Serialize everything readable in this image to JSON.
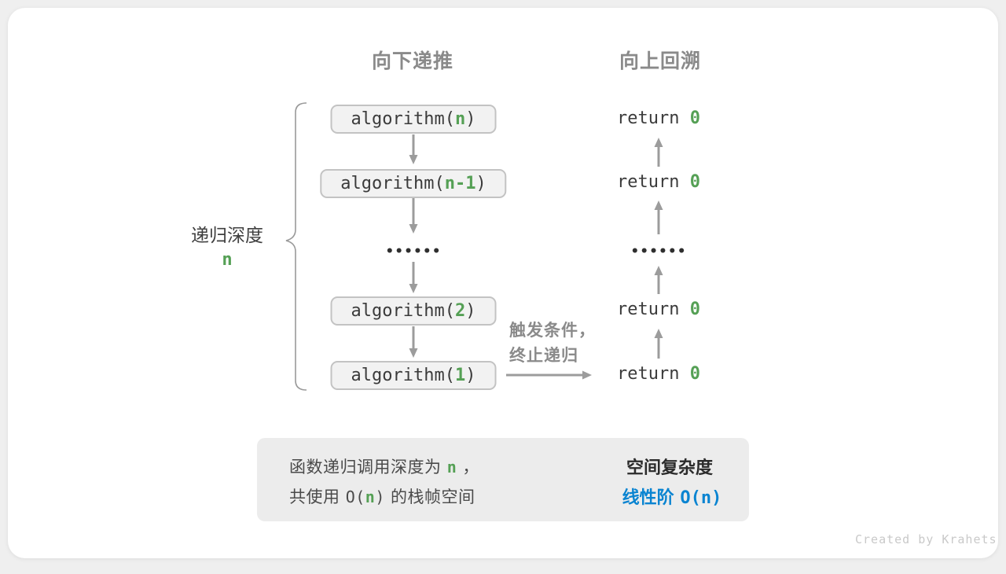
{
  "title_headers": {
    "descend": "向下递推",
    "backtrack": "向上回溯"
  },
  "depth_label": {
    "text": "递归深度",
    "value": "n"
  },
  "ellipsis": "••••••",
  "call_boxes": [
    {
      "pre": "algorithm(",
      "arg": "n",
      "post": ")"
    },
    {
      "pre": "algorithm(",
      "arg": "n-1",
      "post": ")"
    },
    {
      "pre": "algorithm(",
      "arg": "2",
      "post": ")"
    },
    {
      "pre": "algorithm(",
      "arg": "1",
      "post": ")"
    }
  ],
  "return_rows": [
    {
      "keyword": "return ",
      "value": "0"
    },
    {
      "keyword": "return ",
      "value": "0"
    },
    {
      "keyword": "return ",
      "value": "0"
    },
    {
      "keyword": "return ",
      "value": "0"
    }
  ],
  "trigger_note": {
    "line1": "触发条件，",
    "line2": "终止递归"
  },
  "summary_panel": {
    "line1": {
      "pre": "函数递归调用深度为 ",
      "var": "n",
      "post": " ，"
    },
    "line2": {
      "pre": "共使用 ",
      "code_pre": "O(",
      "var": "n",
      "code_post": ")",
      "post": " 的栈帧空间"
    },
    "conclusion_title": "空间复杂度",
    "conclusion_label": "线性阶 ",
    "conclusion_code": "O(n)"
  },
  "watermark": "Created by Krahets",
  "colors": {
    "green_accent": "#55a055",
    "blue_accent": "#0a84d1",
    "heading_gray": "#8a8a8a",
    "arrow_gray": "#9c9c9c",
    "box_fill": "#f2f2f2",
    "box_border": "#c3c3c3",
    "panel_fill": "#ececec",
    "code_text": "#3b3b3b"
  }
}
